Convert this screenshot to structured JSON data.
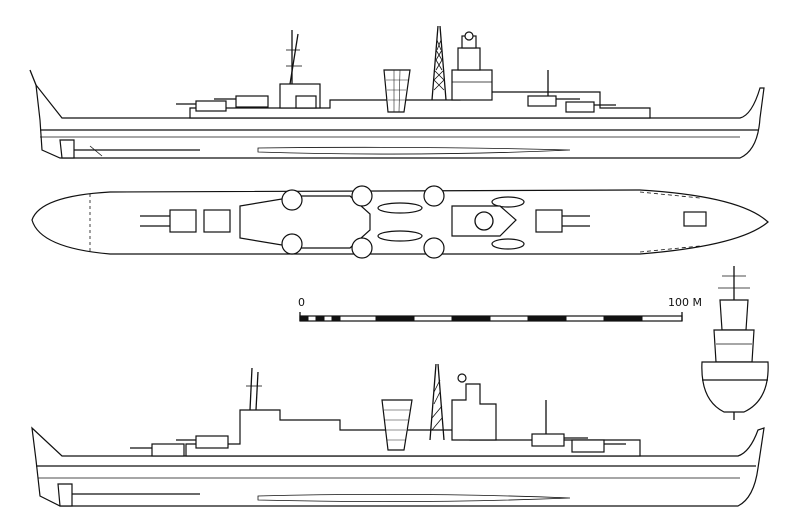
{
  "scale": {
    "start_label": "0",
    "end_label": "100 M",
    "segment_count": 10
  },
  "views": {
    "top_profile": "outboard-profile-upper",
    "plan": "deck-plan",
    "bottom_profile": "outboard-profile-lower",
    "section": "bow-section"
  }
}
